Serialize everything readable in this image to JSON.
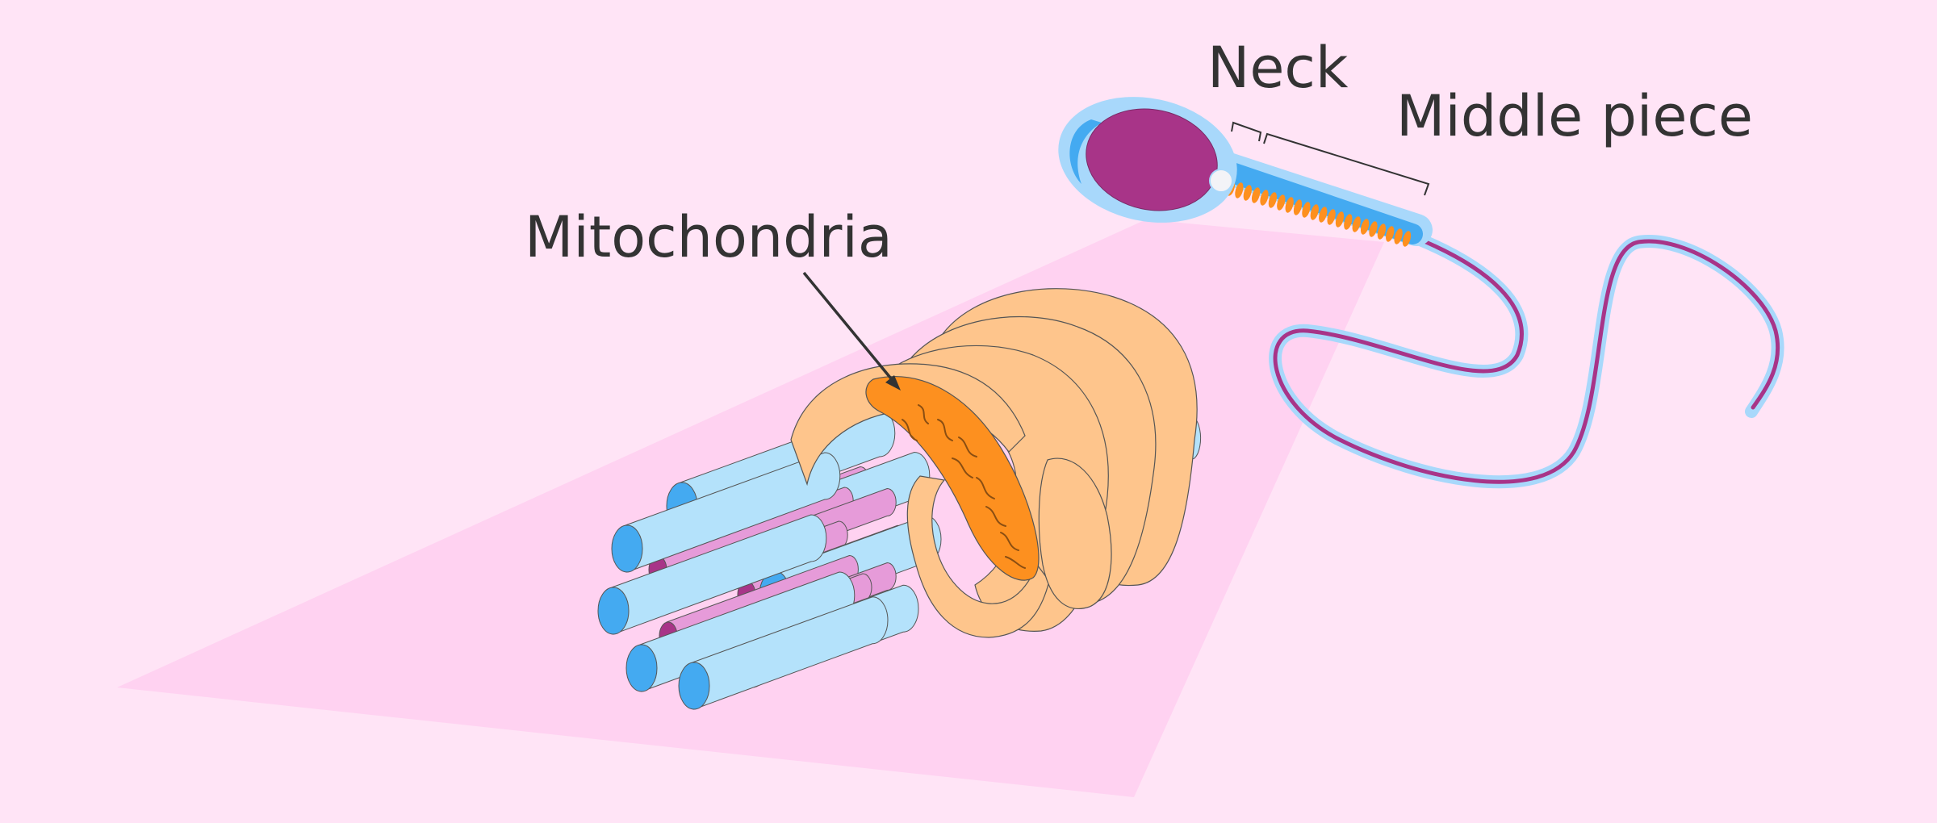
{
  "labels": {
    "neck": "Neck",
    "middle_piece": "Middle piece",
    "mitochondria": "Mitochondria"
  },
  "colors": {
    "background": "#ffe4f6",
    "projection": "#ffd2f1",
    "mitochondria": "#fd901f",
    "sheath": "#fec58c",
    "microtubule": "#b4e2fb",
    "microtubule_end": "#44aaf1",
    "central_fiber": "#e69bd9",
    "fiber_end": "#a83488",
    "sperm_head": "#a83488",
    "sperm_outline": "#a8d8fb",
    "text": "#333333"
  },
  "icons": {
    "sperm": "sperm-cell-icon",
    "axoneme": "axoneme-cross-section-icon"
  }
}
